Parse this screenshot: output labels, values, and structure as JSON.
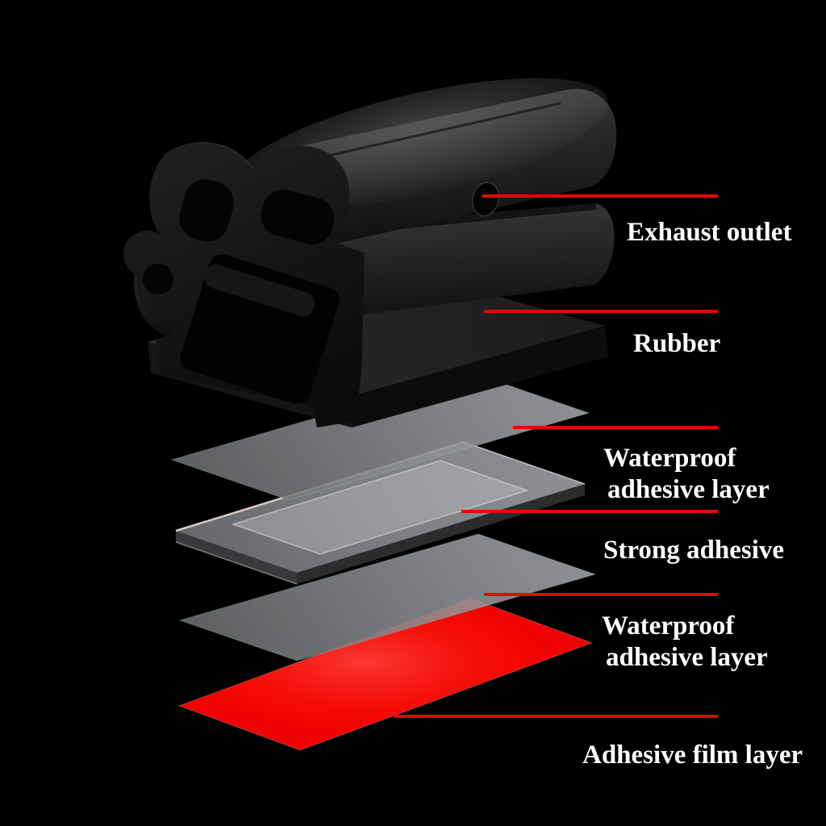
{
  "title": "Rubber seal strip exploded-layer diagram",
  "colors": {
    "background": "#000000",
    "accent": "#e60606",
    "label_text": "#ffffff",
    "film_red": "#f20000",
    "sheet_gray": "#8b8c90",
    "rubber_black": "#1a1a1a"
  },
  "labels": {
    "exhaust_outlet": "Exhaust outlet",
    "rubber": "Rubber",
    "waterproof_top_line1": "Waterproof",
    "waterproof_top_line2": "adhesive layer",
    "strong_adhesive": "Strong adhesive",
    "waterproof_bottom_line1": "Waterproof",
    "waterproof_bottom_line2": "adhesive layer",
    "adhesive_film": "Adhesive film layer"
  }
}
